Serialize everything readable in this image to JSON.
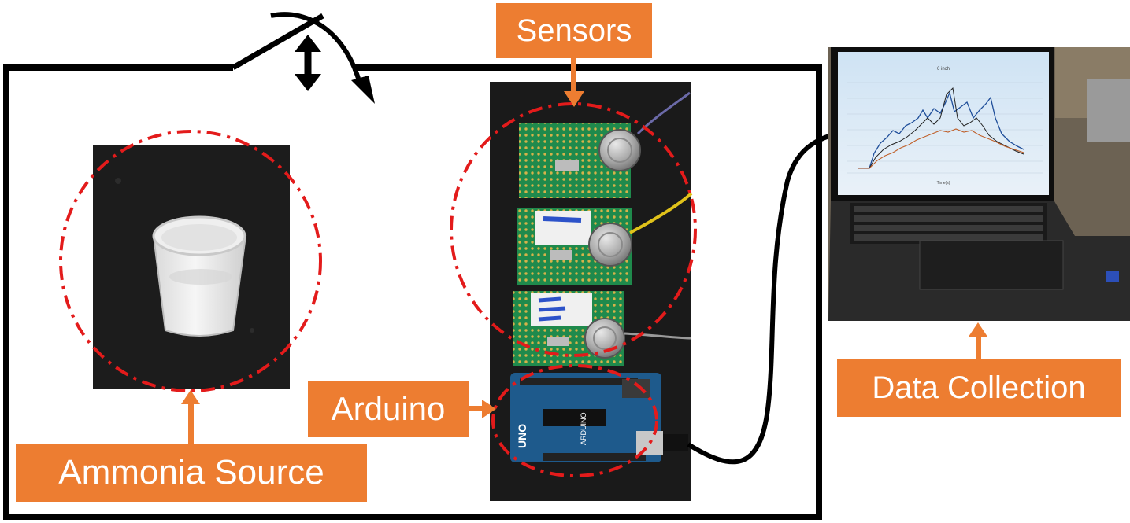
{
  "labels": {
    "sensors": "Sensors",
    "arduino": "Arduino",
    "data_collection": "Data Collection",
    "ammonia_source": "Ammonia Source"
  },
  "laptop_screen": {
    "chart_title": "6 inch",
    "xlabel": "Time(s)"
  },
  "board": {
    "model": "UNO",
    "brand": "ARDUINO"
  },
  "colors": {
    "label_bg": "#ED7D31",
    "label_text": "#FFFFFF",
    "circle": "#E31B1B",
    "frame": "#000000",
    "pcb_green": "#1F8A4C",
    "arduino_blue": "#1E5A8C"
  }
}
